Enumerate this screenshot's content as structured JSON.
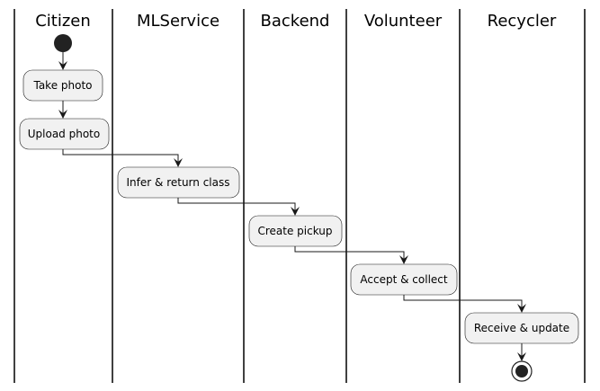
{
  "colors": {
    "background": "#ffffff",
    "activity_fill": "#f1f1f1",
    "stroke": "#181818",
    "lane_divider": "#000000",
    "start_node": "#222222"
  },
  "swimlanes": [
    {
      "id": "citizen",
      "label": "Citizen"
    },
    {
      "id": "mlservice",
      "label": "MLService"
    },
    {
      "id": "backend",
      "label": "Backend"
    },
    {
      "id": "volunteer",
      "label": "Volunteer"
    },
    {
      "id": "recycler",
      "label": "Recycler"
    }
  ],
  "activities": [
    {
      "id": "take-photo",
      "lane": "citizen",
      "label": "Take photo"
    },
    {
      "id": "upload-photo",
      "lane": "citizen",
      "label": "Upload photo"
    },
    {
      "id": "infer-return-class",
      "lane": "mlservice",
      "label": "Infer & return class"
    },
    {
      "id": "create-pickup",
      "lane": "backend",
      "label": "Create pickup"
    },
    {
      "id": "accept-collect",
      "lane": "volunteer",
      "label": "Accept & collect"
    },
    {
      "id": "receive-update",
      "lane": "recycler",
      "label": "Receive & update"
    }
  ],
  "nodes": {
    "start": {
      "lane": "citizen",
      "icon": "start-node-icon"
    },
    "end": {
      "lane": "recycler",
      "icon": "end-node-icon"
    }
  }
}
